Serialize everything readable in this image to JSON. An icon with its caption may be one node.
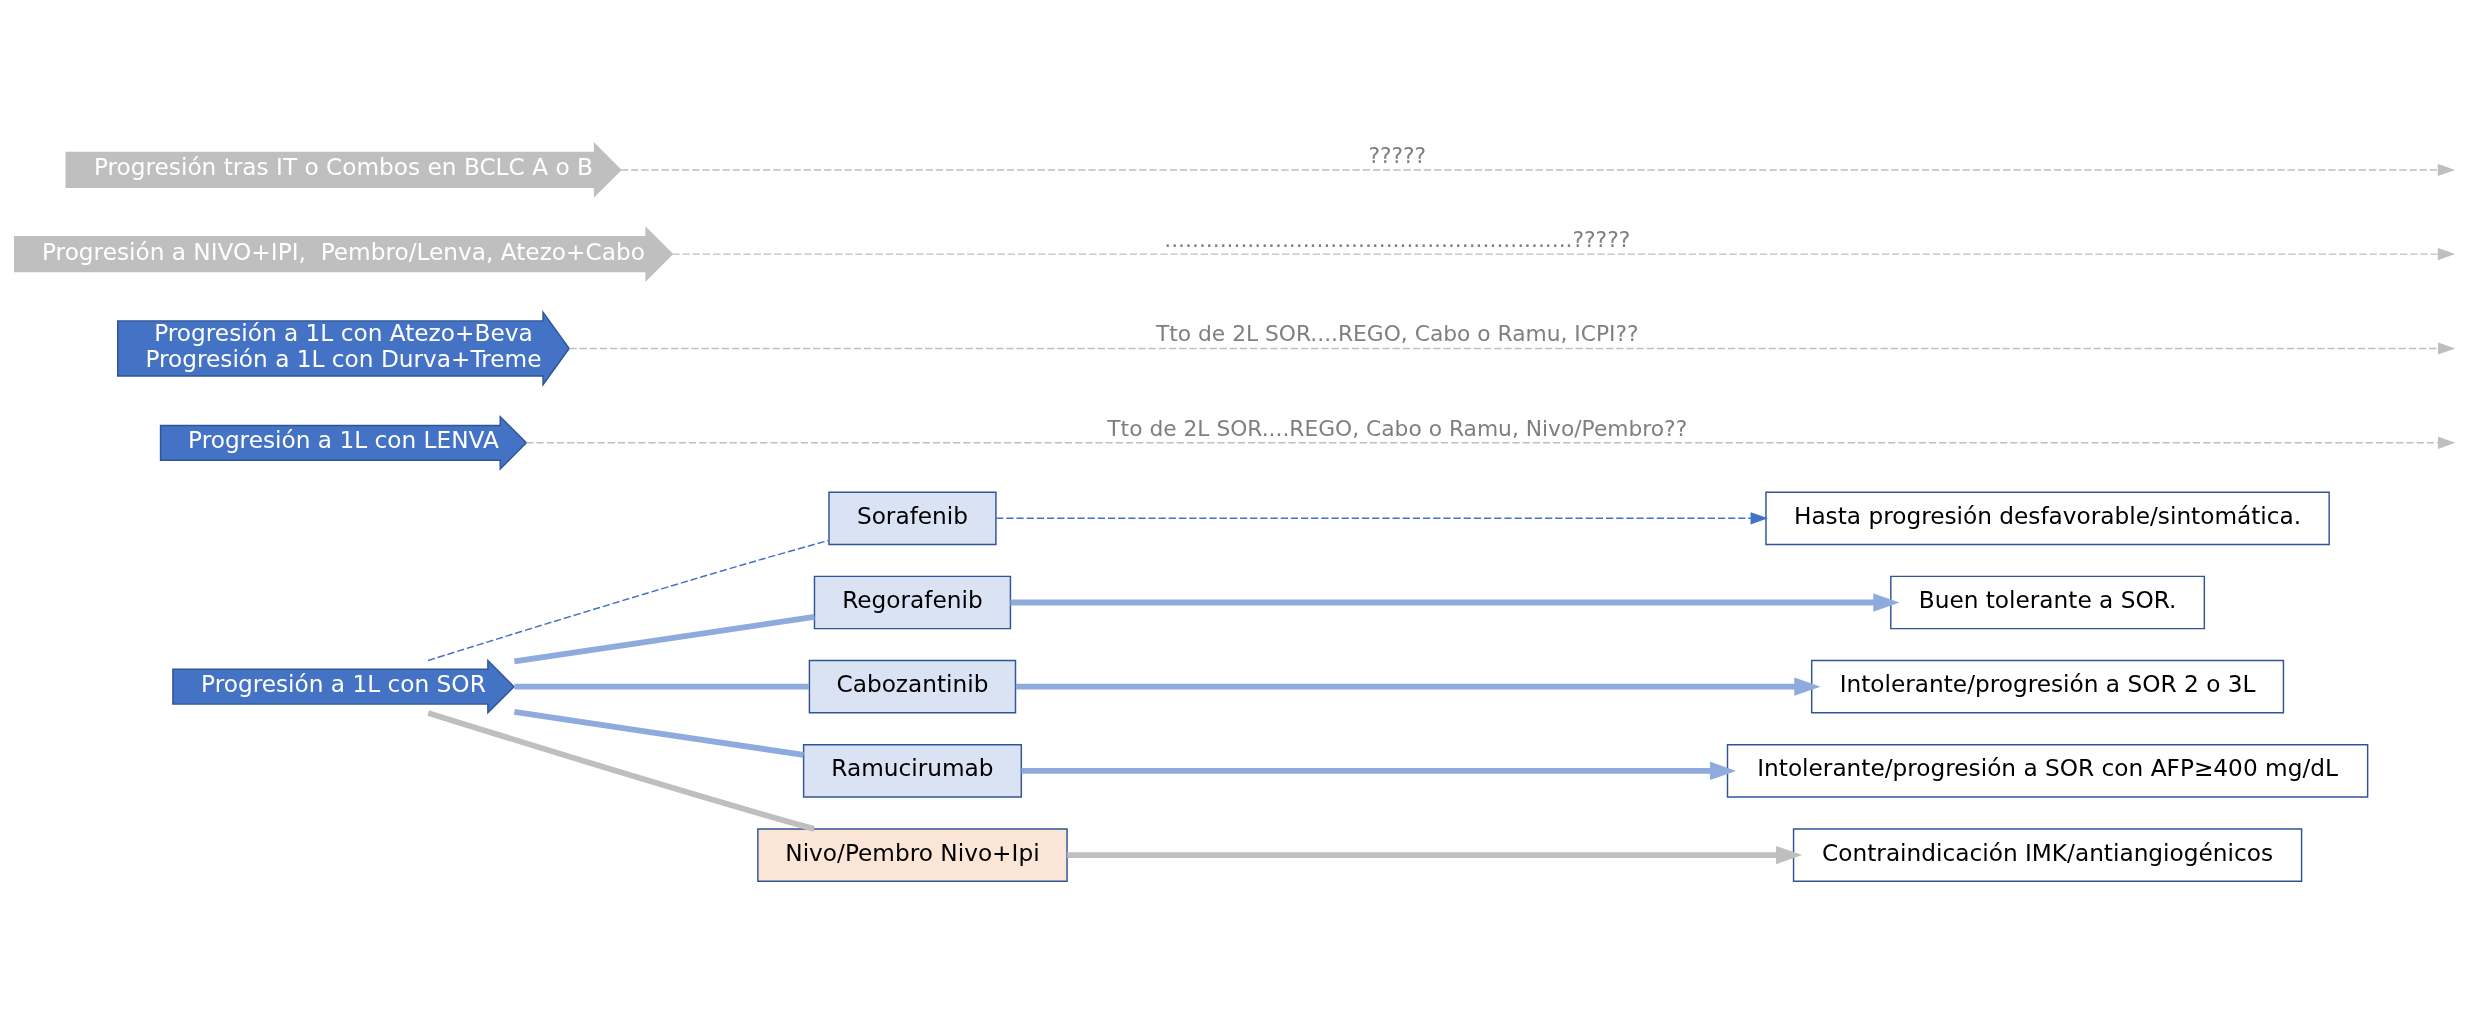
{
  "diagram": {
    "nodes": [
      {
        "text": [
          "Progresión a 1L con SOR"
        ]
      },
      {
        "text": [
          "Sorafenib"
        ]
      },
      {
        "text": [
          "Hasta progresión desfavorable/sintomática."
        ]
      },
      {
        "text": [
          "Regorafenib"
        ]
      },
      {
        "text": [
          "Buen tolerante a SOR."
        ]
      },
      {
        "text": [
          "Cabozantinib"
        ]
      },
      {
        "text": [
          "Intolerante/progresión a SOR 2 o 3L"
        ]
      },
      {
        "text": [
          "Ramucirumab"
        ]
      },
      {
        "text": [
          "Intolerante/progresión a SOR con AFP≥400 mg/dL"
        ]
      },
      {
        "text": [
          "Nivo/Pembro Nivo+Ipi"
        ]
      },
      {
        "text": [
          "Contraindicación IMK/antiangiogénicos"
        ]
      },
      {
        "text": [
          "Progresión a 1L con LENVA"
        ]
      },
      {
        "text": [
          "Progresión a 1L con Atezo+Beva",
          "Progresión a 1L con Durva+Treme"
        ]
      },
      {
        "text": [
          "Progresión a NIVO+IPI,  Pembro/Lenva, Atezo+Cabo"
        ]
      },
      {
        "text": [
          "Progresión tras IT o Combos en BCLC A o B"
        ]
      }
    ],
    "edges": [
      {
        "from": 0,
        "to": 1,
        "arrow": "none",
        "style": "dashed",
        "color": "#4472c4"
      },
      {
        "from": 1,
        "to": 2,
        "arrow": "to",
        "style": "dashed",
        "color": "#4472c4"
      },
      {
        "from": 0,
        "to": 3,
        "arrow": "none"
      },
      {
        "from": 3,
        "to": 4,
        "arrow": "to"
      },
      {
        "from": 0,
        "to": 5,
        "arrow": "none"
      },
      {
        "from": 5,
        "to": 6,
        "arrow": "to"
      },
      {
        "from": 0,
        "to": 7,
        "arrow": "none"
      },
      {
        "from": 7,
        "to": 8,
        "arrow": "to"
      },
      {
        "from": 0,
        "to": 9,
        "arrow": "none",
        "color": "#bfbfbf"
      },
      {
        "from": 9,
        "to": 10,
        "arrow": "to",
        "color": "#bfbfbf"
      },
      {
        "from": 11,
        "to": null,
        "arrow": "to",
        "style": "dashed",
        "color": "#bfbfbf",
        "label": "Tto de 2L SOR....REGO, Cabo o Ramu, Nivo/Pembro??"
      },
      {
        "from": 12,
        "to": null,
        "arrow": "to",
        "style": "dashed",
        "color": "#bfbfbf",
        "label": "Tto de 2L SOR....REGO, Cabo o Ramu, ICPI??"
      },
      {
        "from": 13,
        "to": null,
        "arrow": "to",
        "style": "dashed",
        "color": "#bfbfbf",
        "label": "...........................................................?????"
      },
      {
        "from": 14,
        "to": null,
        "arrow": "to",
        "style": "dashed",
        "color": "#bfbfbf",
        "label": "?????"
      }
    ]
  }
}
